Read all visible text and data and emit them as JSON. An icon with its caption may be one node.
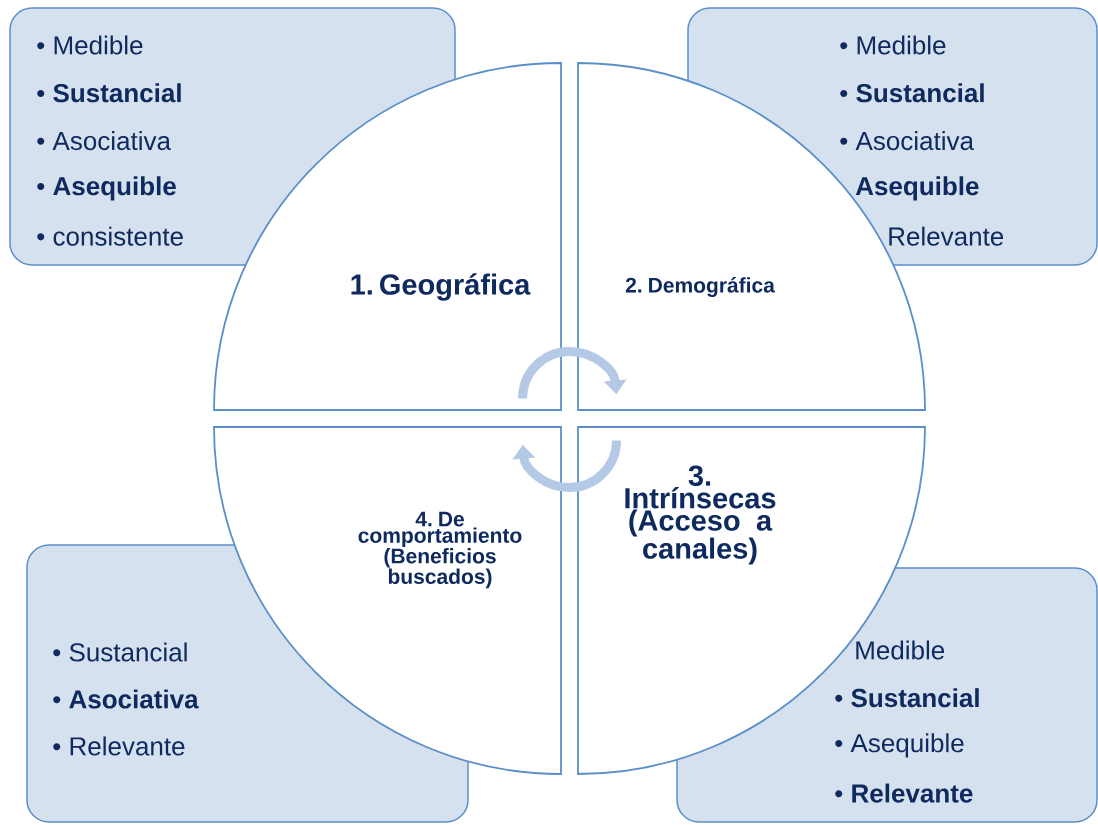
{
  "diagram": {
    "nodes": [
      {
        "text": [
          "• Medible",
          "• **Sustancial**",
          "• Asociativa",
          "• **Asequible**",
          "• consistente"
        ]
      },
      {
        "text": [
          "• Medible",
          "• **Sustancial**",
          "• Asociativa",
          "**Asequible**",
          "Relevante"
        ]
      },
      {
        "text": [
          "1. Geográfica"
        ]
      },
      {
        "text": [
          "2. Demográfica"
        ]
      },
      {
        "text": [
          "4. De comportamiento (Beneficios buscados)"
        ]
      },
      {
        "text": [
          "3. Intrínsecas (Acceso a canales)"
        ]
      },
      {
        "text": [
          "• Sustancial",
          "• **Asociativa**",
          "• Relevante"
        ]
      },
      {
        "text": [
          "Medible",
          "• **Sustancial**",
          "• Asequible",
          "• **Relevante**"
        ]
      }
    ],
    "edges": [
      {
        "from": 2,
        "to": 3,
        "arrow": "to"
      },
      {
        "from": 5,
        "to": 4,
        "arrow": "to"
      }
    ]
  }
}
